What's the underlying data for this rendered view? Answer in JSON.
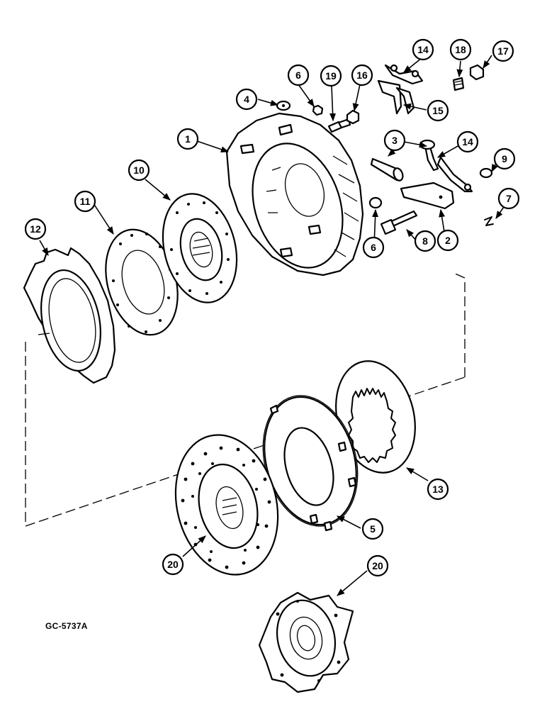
{
  "drawing_code": "GC-5737A",
  "callouts": [
    "1",
    "2",
    "3",
    "4",
    "5",
    "6",
    "6",
    "7",
    "8",
    "9",
    "10",
    "11",
    "12",
    "13",
    "14",
    "14",
    "15",
    "16",
    "17",
    "18",
    "19",
    "20",
    "20"
  ]
}
